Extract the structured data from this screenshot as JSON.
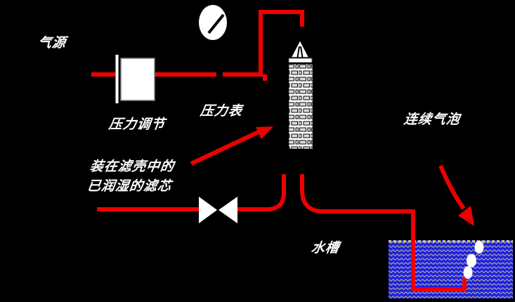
{
  "labels": {
    "gas_source": "气源",
    "pressure_regulation": "压力调节",
    "pressure_gauge": "压力表",
    "wetted_filter_line1": "装在滤壳中的",
    "wetted_filter_line2": "已润湿的滤芯",
    "water_tank": "水槽",
    "continuous_bubbles": "连续气泡"
  },
  "icons": {
    "pressure_gauge": "gauge-dial-with-needle",
    "pressure_regulator": "white-box-with-diaphragm-bar",
    "valve": "bowtie-valve",
    "filter_cartridge": "brick-pattern-column-with-nib-top",
    "water_tank": "blue-wave-filled-basin",
    "bubbles": "three-white-bubbles",
    "pointer_arrows": "red-annotation-arrows"
  },
  "colors": {
    "background": "#000000",
    "pipe_red": "#ee0000",
    "text_white": "#ffffff",
    "water_blue": "#2020dd",
    "wave_gray": "#a8a8a8",
    "tank_top_dash": "#cccc77",
    "component_white": "#ffffff",
    "component_outline": "#000000"
  }
}
